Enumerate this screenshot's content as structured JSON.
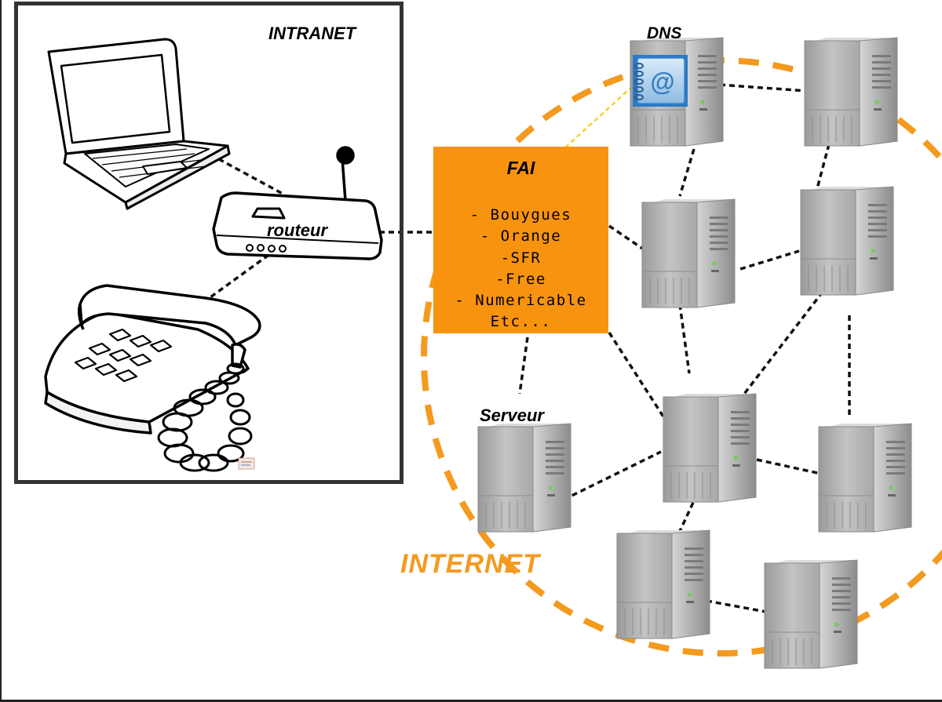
{
  "labels": {
    "intranet": "INTRANET",
    "dns": "DNS",
    "fai_title": "FAI",
    "routeur": "routeur",
    "serveur": "Serveur",
    "internet": "INTERNET"
  },
  "fai_providers": [
    "- Bouygues",
    "- Orange",
    "-SFR",
    "-Free",
    "- Numericable",
    "Etc..."
  ],
  "colors": {
    "fai_box": "#f7930f",
    "internet_label": "#f39a1f",
    "internet_circle": "#f39a1f",
    "dns_link": "#f2d22e",
    "links": "#111111",
    "intranet_frame": "#333333"
  },
  "icons": {
    "laptop": "laptop-icon",
    "router": "router-icon",
    "telephone": "telephone-icon",
    "server": "server-icon",
    "address_book": "address-book-icon"
  }
}
